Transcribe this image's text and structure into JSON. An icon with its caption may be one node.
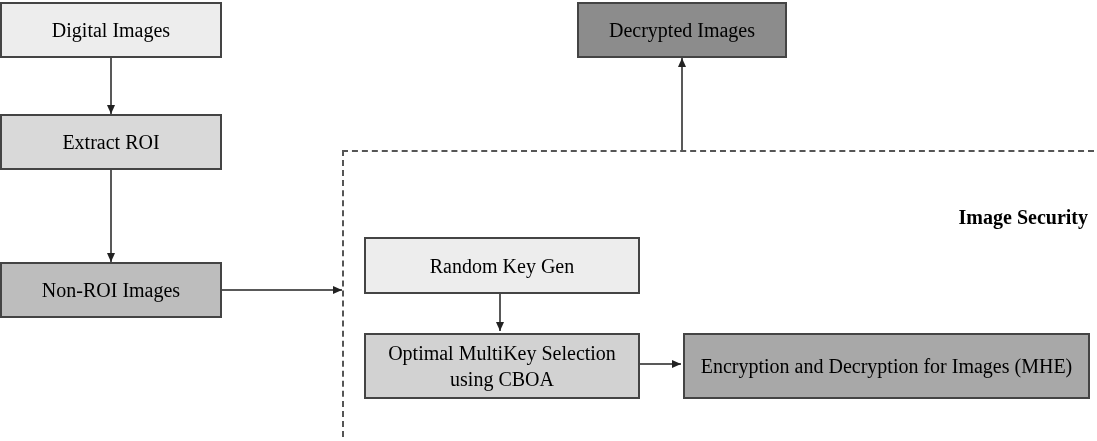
{
  "diagram": {
    "nodes": [
      {
        "text": [
          "Digital Images"
        ]
      },
      {
        "text": [
          "Extract ROI"
        ]
      },
      {
        "text": [
          "Non-ROI Images"
        ]
      },
      {
        "text": [
          "Decrypted Images"
        ]
      },
      {
        "text": [
          "Image Security"
        ]
      },
      {
        "text": [
          "Random Key Gen"
        ],
        "in": 4
      },
      {
        "text": [
          "Optimal MultiKey Selection using CBOA"
        ],
        "in": 4
      },
      {
        "text": [
          "Encryption and Decryption for Images (MHE)"
        ],
        "in": 4
      }
    ],
    "edges": [
      {
        "from": 0,
        "to": 1,
        "arrow": "to"
      },
      {
        "from": 1,
        "to": 2,
        "arrow": "to"
      },
      {
        "from": 2,
        "to": 4,
        "arrow": "to"
      },
      {
        "from": 5,
        "to": 6,
        "arrow": "to"
      },
      {
        "from": 6,
        "to": 7,
        "arrow": "to"
      },
      {
        "from": 4,
        "to": 3,
        "arrow": "to"
      }
    ]
  }
}
